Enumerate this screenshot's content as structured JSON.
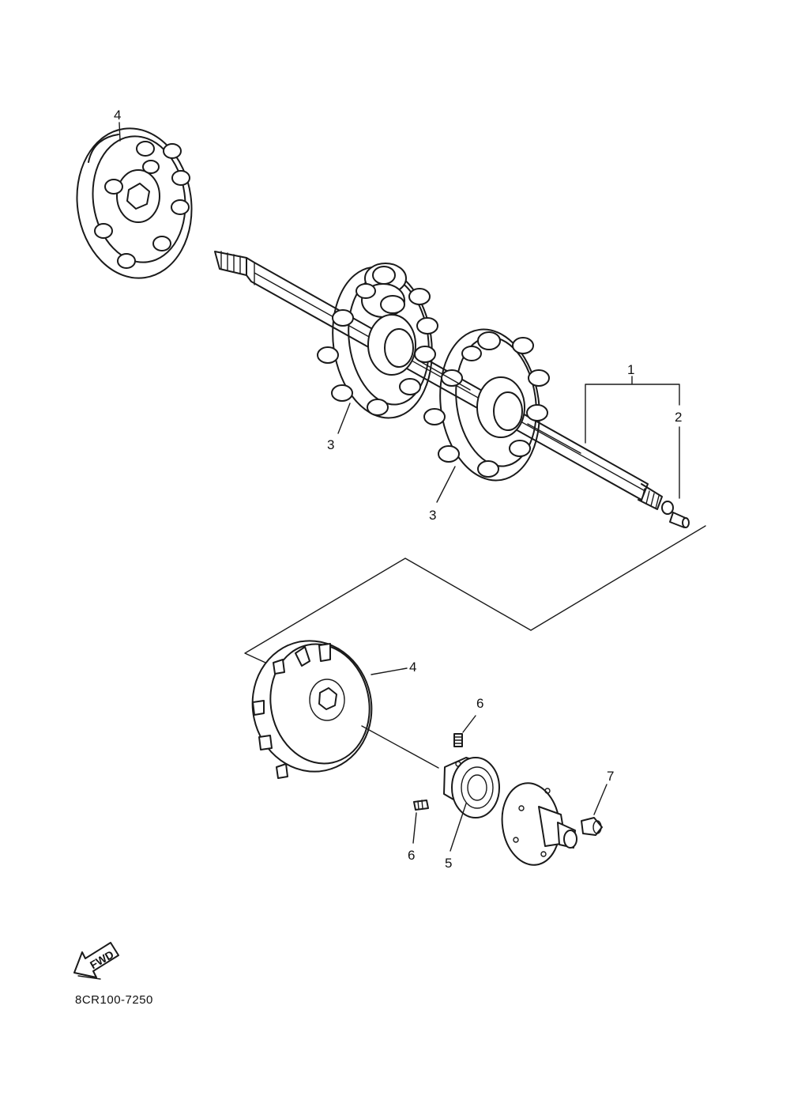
{
  "diagram": {
    "callouts": {
      "c1": "1",
      "c2": "2",
      "c3a": "3",
      "c3b": "3",
      "c4a": "4",
      "c4b": "4",
      "c5": "5",
      "c6a": "6",
      "c6b": "6",
      "c7": "7"
    },
    "fwd_label": "FWD",
    "part_code": "8CR100-7250"
  }
}
